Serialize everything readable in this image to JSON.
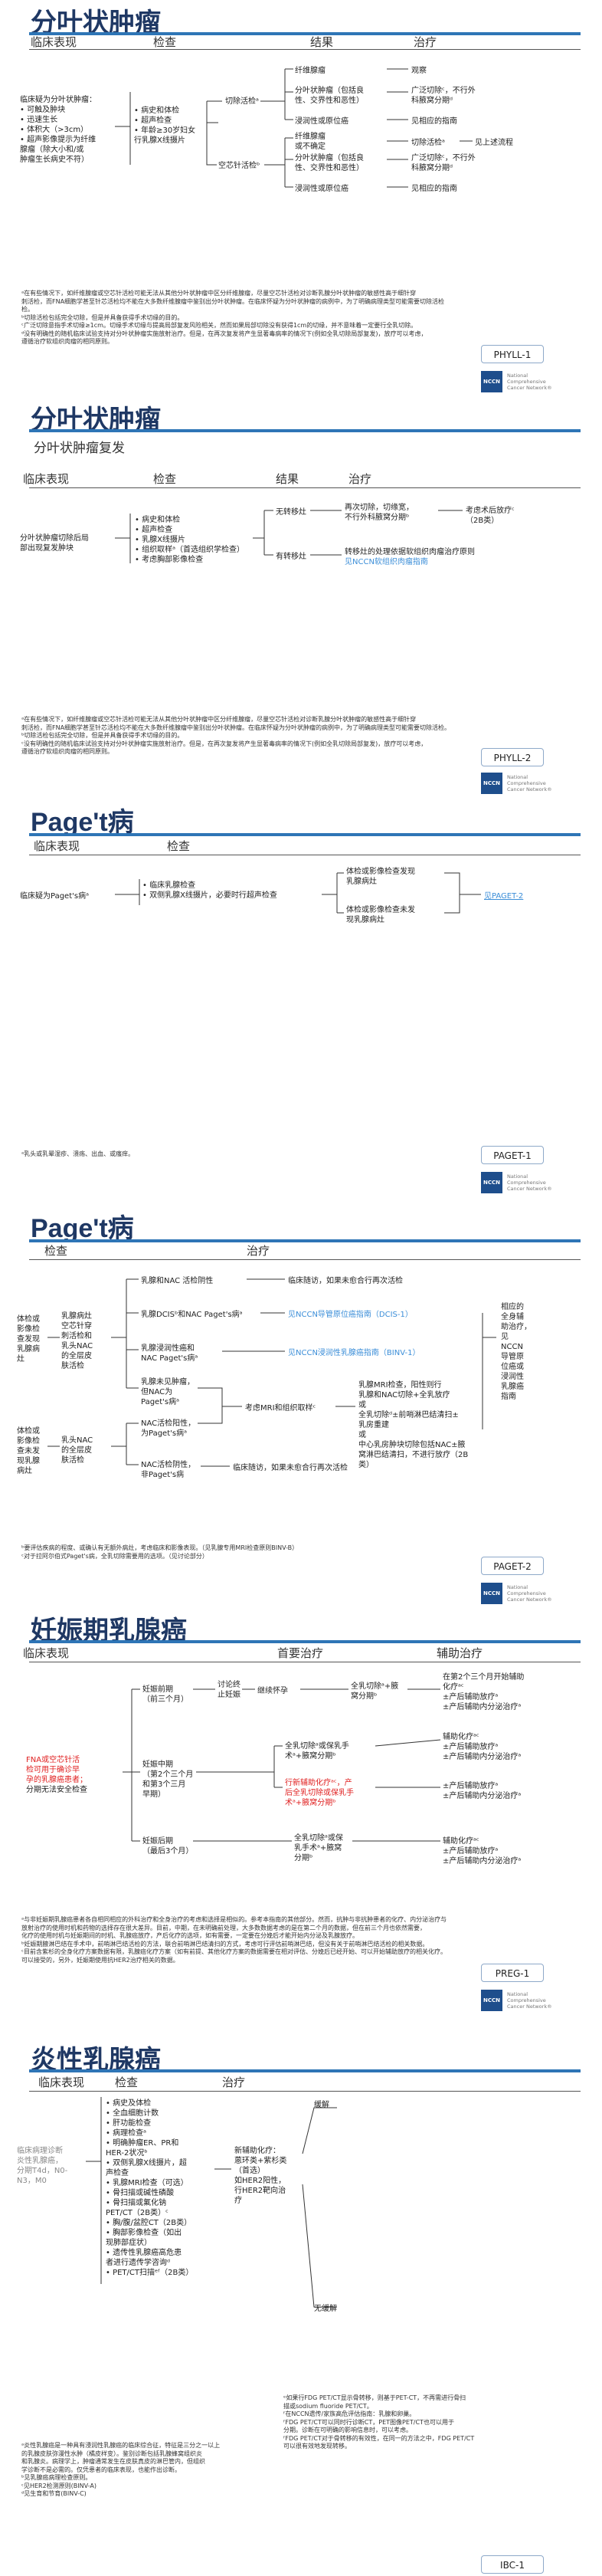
{
  "common": {
    "logo_mark": "NCCN",
    "logo_text": "National Comprehensive Cancer Network®"
  },
  "p1": {
    "title": "分叶状肿瘤",
    "heads": [
      "临床表现",
      "检查",
      "结果",
      "治疗"
    ],
    "clinical": [
      "临床疑为分叶状肿瘤：",
      "• 可触及肿块",
      "• 迅速生长",
      "• 体积大（>3cm）",
      "• 超声影像提示为纤维",
      "  腺瘤（除大小和/或",
      "  肿瘤生长病史不符）"
    ],
    "workup": [
      "• 病史和体检",
      "• 超声检查",
      "• 年龄≥30岁妇女",
      "  行乳腺X线摄片"
    ],
    "core": "切除活检ᵃ",
    "coreneedle": "空芯针活检ᵇ",
    "r1": [
      "纤维腺瘤",
      "分叶状肿瘤（包括良",
      "性、交界性和恶性）",
      "浸润性或原位癌"
    ],
    "r2": [
      "纤维腺瘤",
      "或不确定",
      "分叶状肿瘤（包括良",
      "性、交界性和恶性）",
      "浸润性或原位癌"
    ],
    "tx1": [
      "观察",
      "广泛切除ᶜ，不行外",
      "科腋窝分期ᵈ",
      "见相应的指南"
    ],
    "tx2": [
      "切除活检ᵃ",
      "见上述流程"
    ],
    "tx3": [
      "广泛切除ᶜ，不行外",
      "科腋窝分期ᵈ",
      "见相应的指南"
    ],
    "foot": [
      "ᵃ在有些情况下，如纤维腺瘤或空芯针活检可能无法从其他分叶状肿瘤中区分纤维腺瘤，尽量空芯针活检对诊断乳腺分叶状肿瘤的敏感性高于细针穿",
      "刺活检，而FNA细胞学甚至针芯活检均不能在大多数纤维腺瘤中鉴别出分叶状肿瘤。在临床怀疑为分叶状肿瘤的病例中，为了明确病理类型可能需要切除活检",
      "检。",
      "ᵇ切除活检包括完全切除，但是并具备获得手术切缘的目的。",
      "ᶜ广泛切除意指手术切缘≥1cm。切缘手术切缘与提高局部复发风险相关，然而如果局部切除没有获得1cm的切缘，并不意味着一定要行全乳切除。",
      "ᵈ没有明确性的随机临床试验支持对分叶状肿瘤实施放射治疗。但是，在再次复发将产生显著毒病率的情况下(例如全乳切除局部复发)，放疗可以考虑，",
      "遵循治疗软组织肉瘤的相同原则。"
    ],
    "code": "PHYLL-1"
  },
  "p2": {
    "title": "分叶状肿瘤",
    "subtitle": "分叶状肿瘤复发",
    "heads": [
      "临床表现",
      "检查",
      "结果",
      "治疗"
    ],
    "clinical": [
      "分叶状肿瘤切除后局",
      "部出现复发肿块"
    ],
    "workup": [
      "• 病史和体检",
      "• 超声检查",
      "• 乳腺X线摄片",
      "• 组织取样ᵃ（首选组织学检查）",
      "• 考虑胸部影像检查"
    ],
    "r": [
      "无转移灶",
      "有转移灶"
    ],
    "tx1": [
      "再次切除，切缘宽，",
      "不行外科腋窝分期ᵇ",
      "考虑术后放疗ᶜ",
      "（2B类）"
    ],
    "tx2": [
      "转移灶的处理依据软组织肉瘤治疗原则",
      "见NCCN软组织肉瘤指南"
    ],
    "foot": [
      "ᵃ在有些情况下，如纤维腺瘤或空芯针活检可能无法从其他分叶状肿瘤中区分纤维腺瘤，尽量空芯针活检对诊断乳腺分叶状肿瘤的敏感性高于细针穿",
      "刺活检，而FNA细胞学甚至针芯活检均不能在大多数纤维腺瘤中鉴别出分叶状肿瘤。在临床怀疑为分叶状肿瘤的病例中，为了明确病理类型可能需要切除活检。",
      "ᵇ切除活检包括完全切除，但是并具备获得手术切缘的目的。",
      "ᶜ没有明确性的随机临床试验支持对分叶状肿瘤实施放射治疗。但是，在再次复发将产生显著毒病率的情况下(例如全乳切除局部复发)，放疗可以考虑，",
      "遵循治疗软组织肉瘤的相同原则。"
    ],
    "code": "PHYLL-2"
  },
  "p3": {
    "title": "Page't病",
    "heads": [
      "临床表现",
      "检查"
    ],
    "clinical": "临床疑为Paget's病ᵃ",
    "workup": [
      "• 临床乳腺检查",
      "• 双侧乳腺X线摄片，必要时行超声检查"
    ],
    "r": [
      "体检或影像检查发现",
      "乳腺病灶",
      "体检或影像检查未发",
      "现乳腺病灶"
    ],
    "see": "见PAGET-2",
    "foot": [
      "ᵃ乳头或乳晕湿疹、溃疡、出血、或瘙痒。"
    ],
    "code": "PAGET-1"
  },
  "p4": {
    "title": "Page't病",
    "heads": [
      "检查",
      "治疗"
    ],
    "a": [
      "体检或",
      "影像检",
      "查发现",
      "乳腺病",
      "灶"
    ],
    "b": [
      "体检或",
      "影像检",
      "查未发",
      "现乳腺",
      "病灶"
    ],
    "a2": [
      "乳腺病灶",
      "空芯针穿",
      "刺活检和",
      "乳头NAC",
      "的全层皮",
      "肤活检"
    ],
    "b2": [
      "乳头NAC",
      "的全层皮",
      "肤活检"
    ],
    "m1": "乳腺和NAC 活检阴性",
    "m2": "乳腺DCISᵇ和NAC Paget's病ᵃ",
    "m3": [
      "乳腺浸润性癌和",
      "NAC Paget's病ᵃ"
    ],
    "m4": [
      "乳腺未见肿瘤，",
      "但NAC为",
      "Paget's病ᵃ"
    ],
    "m5": [
      "NAC活检阳性，",
      "为Paget's病ᵃ"
    ],
    "m6": [
      "NAC活检阴性，",
      "非Paget's病"
    ],
    "o1": "临床随访，如果未愈合行再次活检",
    "o2": "见NCCN导管原位癌指南（DCIS-1）",
    "o3": "见NCCN浸润性乳腺癌指南（BINV-1）",
    "o4": "考虑MRI和组织取样ᶜ",
    "o5": [
      "乳腺MRI检查，阳性则行",
      "乳腺和NAC切除+全乳放疗",
      "或",
      "全乳切除ᵈ±前哨淋巴结清扫±",
      "乳房重建",
      "或",
      "中心乳房肿块切除包括NAC±腋",
      "窝淋巴结清扫，不进行放疗（2B",
      "类）"
    ],
    "o6": "临床随访，如果未愈合行再次活检",
    "right": [
      "相应的",
      "全身辅",
      "助治疗，",
      "见",
      "NCCN",
      "导管原",
      "位癌或",
      "浸润性",
      "乳腺癌",
      "指南"
    ],
    "foot": [
      "ᵇ要评估疾病的程度、或确认有无额外病灶，考虑临床和影像表现。（见乳腺专用MRI检查原则BINV-B）",
      "ᶜ对于拉阿尔伯式Paget's病，全乳切除需要用的选项。（见讨论部分）"
    ],
    "code": "PAGET-2"
  },
  "p5": {
    "title": "妊娠期乳腺癌",
    "heads": [
      "临床表现",
      "首要治疗",
      "辅助治疗"
    ],
    "clinical": [
      "FNA或空芯针活",
      "检可用于确诊早",
      "孕的乳腺癌患者；",
      "分期无法安全检查"
    ],
    "tri": [
      [
        "妊娠前期",
        "（前三个月）"
      ],
      [
        "妊娠中期",
        "（第2个三个月",
        "和第3个三月",
        "早期）"
      ],
      [
        "妊娠后期",
        "（最后3个月）"
      ]
    ],
    "t1": [
      "讨论终",
      "止妊娠"
    ],
    "t2": "继续怀孕",
    "t3": [
      "全乳切除ᵃ+腋",
      "窝分期ᵇ"
    ],
    "t4": [
      "全乳切除ᵃ或保乳手",
      "术ᵃ+腋窝分期ᵇ"
    ],
    "t5": [
      "行新辅助化疗ᵃᶜ，产",
      "后全乳切除或保乳手",
      "术ᵃ+腋窝分期ᵇ"
    ],
    "t6": [
      "全乳切除ᵃ或保",
      "乳手术ᵃ+腋窝",
      "分期ᵇ"
    ],
    "a1": [
      "在第2个三个月开始辅助",
      "化疗ᵃᶜ",
      "±产后辅助放疗ᵃ",
      "±产后辅助内分泌治疗ᵃ"
    ],
    "a2": [
      "辅助化疗ᵃᶜ",
      "±产后辅助放疗ᵃ",
      "±产后辅助内分泌治疗ᵃ"
    ],
    "a3": [
      "±产后辅助放疗ᵃ",
      "±产后辅助内分泌治疗ᵃ"
    ],
    "a4": [
      "辅助化疗ᵃᶜ",
      "±产后辅助放疗ᵃ",
      "±产后辅助内分泌治疗ᵃ"
    ],
    "foot": [
      "ᵃ与非妊娠期乳腺癌患者各自相同相应的外科治疗和全身治疗的考虑和选择是相似的。参考本指南的其他部分。然而，抗肿与非抗肿患者的化疗、内分泌治疗与",
      "放射治疗的使用时机和药物的选择存在很大差异。目前，中期，在未明确前处理，大多数数据考虑的是在第二个月的数据，但在前三个月也依然需要，",
      "化疗的使用时机与妊娠期间的时机、乳腺癌放疗，产后化疗的选项，如有需要，一定要在分娩后才能开始内分泌及乳腺放疗。",
      "ᵇ妊娠期腋淋巴结在手术中，前哨淋巴结活检的方法，联合前哨淋巴结清扫的方式，考虑可行评估前哨淋巴结，但没有关于前哨淋巴结活检的相关数据。",
      "ᶜ目前含紫杉的全身化疗方案数据有限，乳腺癌化疗方案（如有前提、其他化疗方案的数据需要在相对评估、分娩后已经开始、可以开始辅助放疗的相关化疗。",
      "可以接受的，另外，妊娠期使用抗HER2治疗相关的数据。"
    ],
    "code": "PREG-1"
  },
  "p6": {
    "title": "炎性乳腺癌",
    "heads": [
      "临床表现",
      "检查",
      "治疗"
    ],
    "clinical": [
      "临床病理诊断",
      "炎性乳腺癌，",
      "分期T4d，N0-",
      "N3，M0"
    ],
    "workup": [
      "• 病史及体检",
      "• 全血细胞计数",
      "• 肝功能检查",
      "• 病理检查ᵃ",
      "• 明确肿瘤ER、PR和",
      "  HER-2状况ᵇ",
      "• 双侧乳腺X线摄片，超",
      "  声检查",
      "• 乳腺MRI检查（可选）",
      "• 骨扫描或碱性磷酸",
      "• 骨扫描或氟化钠",
      "  PET/CT（2B类）ᶜ",
      "• 胸/腹/盆腔CT（2B类）",
      "• 胸部影像检查（如出",
      "  现肺部症状）",
      "• 遗传性乳腺癌高危患",
      "  者进行遗传学咨询ᵈ",
      "• PET/CT扫描ᵉᶠ（2B类）"
    ],
    "tx": [
      "新辅助化疗：",
      "蒽环类+紫杉类",
      "（首选）",
      "如HER2阳性，",
      "行HER2靶向治",
      "疗"
    ],
    "resp": "缓解",
    "noresp": "无缓解",
    "foot": [
      "ᵃ炎性乳腺癌是一种具有浸润性乳腺癌的临床综合征，特征是三分之一以上",
      "的乳腺皮肤弥漫性水肿（橘皮样变）。鉴别诊断包括乳腺蜂窝组织炎",
      "和乳腺炎。病理学上，肿瘤通常发生在皮肤真皮的淋巴管内，但组织",
      "学诊断不是必需的。仅凭患者的临床表现，也能作出诊断。",
      "ᵇ见乳腺癌病理检查原则。",
      "ᶜ见HER2检测原则(BINV-A)",
      "ᵈ见生育和节育(BINV-C)"
    ],
    "foot2": [
      "ᵉ如果行FDG PET/CT显示骨转移，则基于PET-CT，不再需进行骨扫",
      "描或sodium fluoride PET/CT。",
      "ᶠ在NCCN遗传/家族高危评估指南：乳腺和卵巢。",
      "ᶠFDG PET/CT可以同时行诊断CT，PET图像PET/CT也可以用于",
      "分期。诊断在可明确的影响信息时，可以考虑。",
      "ᶠFDG PET/CT对于骨转移的有效性，在同一的方法之中，FDG PET/CT",
      "可以很有效地发现转移。"
    ],
    "code": "IBC-1"
  }
}
